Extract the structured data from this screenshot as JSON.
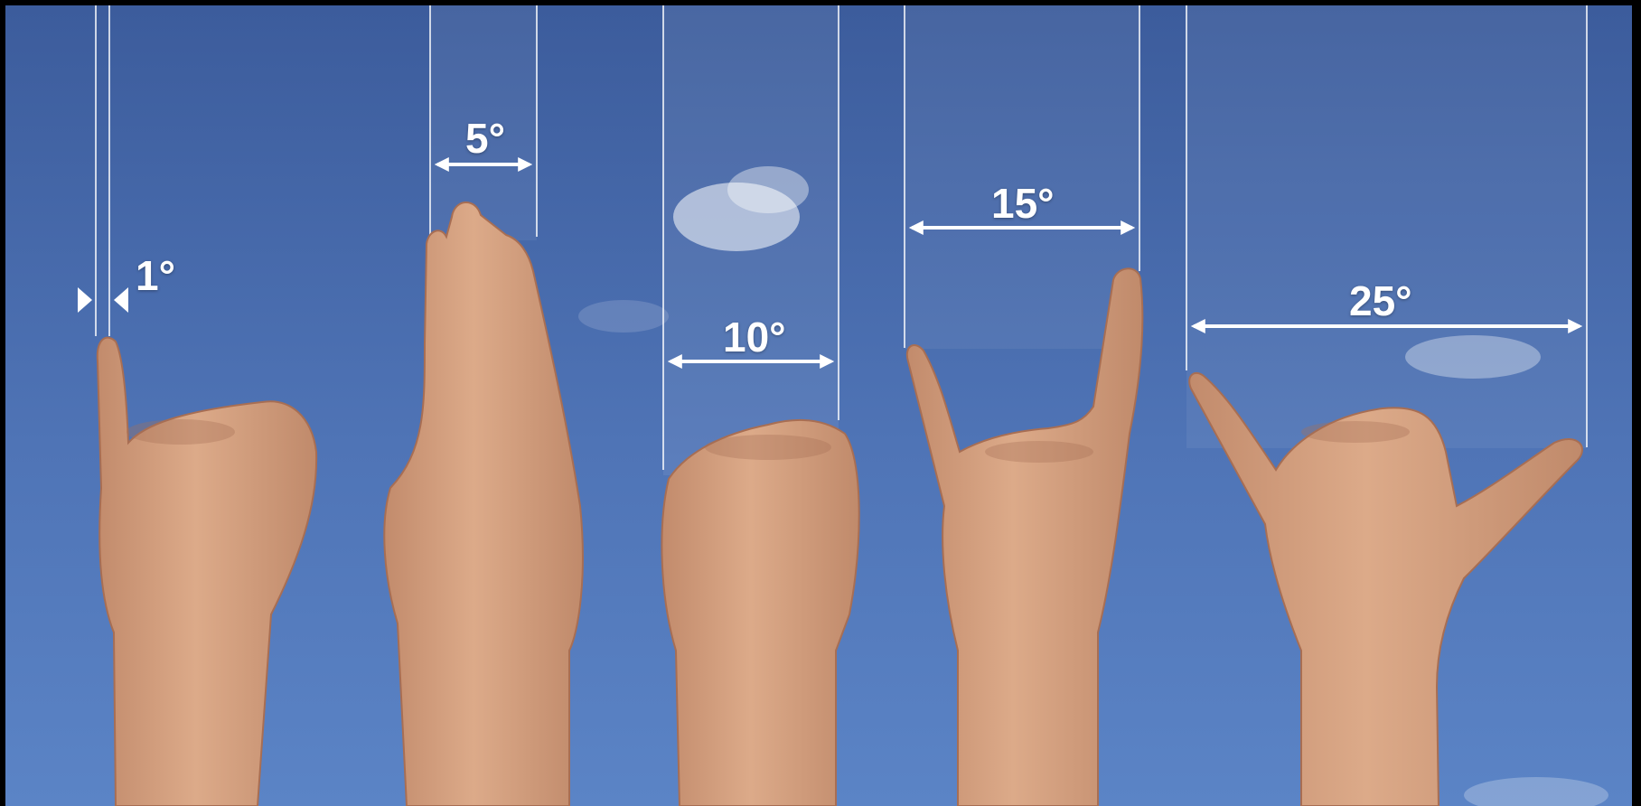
{
  "measurements": [
    {
      "label": "1°",
      "gesture": "little-finger"
    },
    {
      "label": "5°",
      "gesture": "three-fingers"
    },
    {
      "label": "10°",
      "gesture": "fist"
    },
    {
      "label": "15°",
      "gesture": "index-and-little-finger"
    },
    {
      "label": "25°",
      "gesture": "thumb-and-little-finger"
    }
  ],
  "colors": {
    "sky_top": "#3f5f9f",
    "sky_bottom": "#5a82c4",
    "skin": "#d9a382",
    "skin_shadow": "#b87f62",
    "frame": "#000000",
    "annotation": "#ffffff"
  }
}
